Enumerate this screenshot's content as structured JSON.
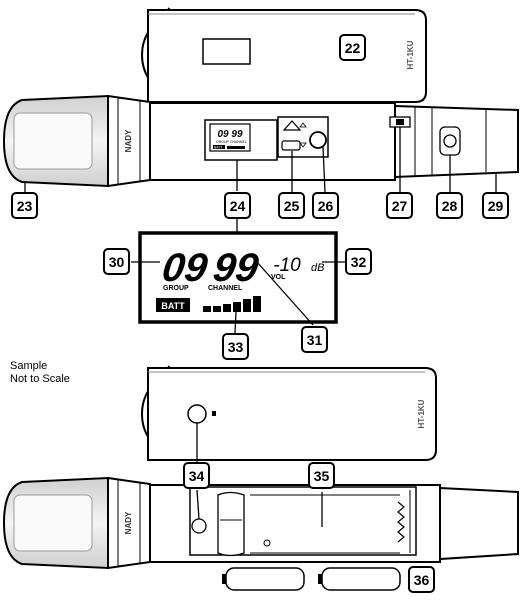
{
  "callouts": {
    "c22": "22",
    "c23": "23",
    "c24": "24",
    "c25": "25",
    "c26": "26",
    "c27": "27",
    "c28": "28",
    "c29": "29",
    "c30": "30",
    "c31": "31",
    "c32": "32",
    "c33": "33",
    "c34": "34",
    "c35": "35",
    "c36": "36"
  },
  "brand": "NADY",
  "model": "HT-1KU",
  "lcd": {
    "group_value": "09",
    "channel_value": "99",
    "volume_value": "-10",
    "volume_unit": "dB",
    "group_label": "GROUP",
    "channel_label": "CHANNEL",
    "vol_label": "VOL",
    "batt_label": "BATT"
  },
  "mini_lcd": {
    "digits": "09 99",
    "group_label": "GROUP",
    "channel_label": "CHANNEL",
    "batt_label": "BATT"
  },
  "note": {
    "line1": "Sample",
    "line2": "Not to Scale"
  },
  "colors": {
    "ink": "#000000",
    "body_fill": "#ffffff",
    "grille_shade": "#e6e6e6"
  }
}
